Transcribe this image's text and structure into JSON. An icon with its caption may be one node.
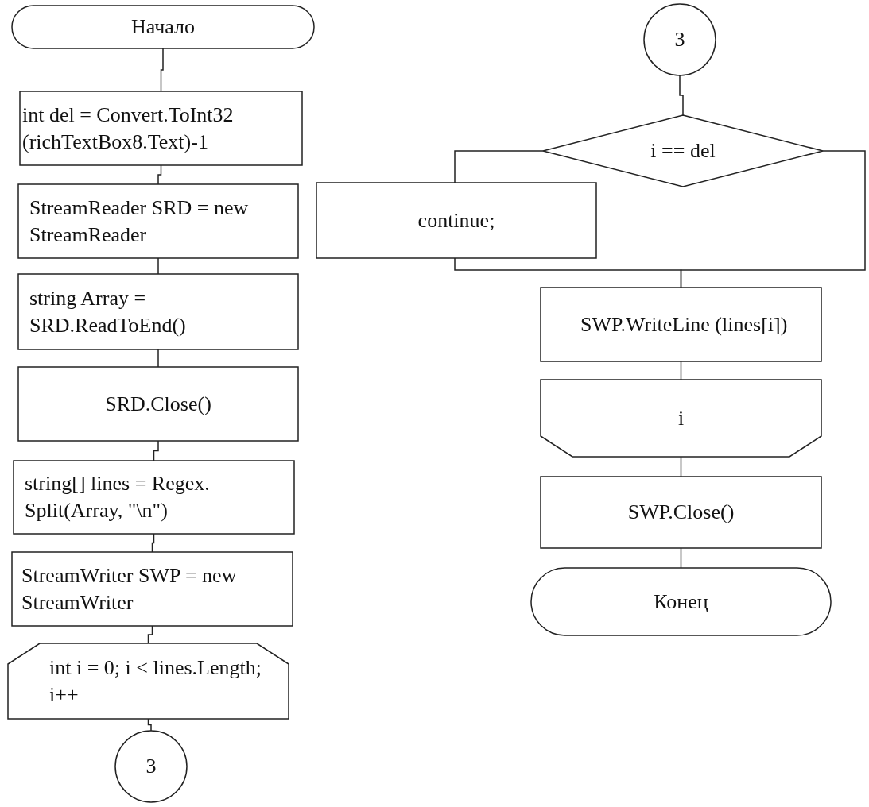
{
  "diagram": {
    "nodes": [
      {
        "text": [
          "Начало"
        ]
      },
      {
        "text": [
          "int del = Convert.ToInt32 (richTextBox8.Text)-1"
        ]
      },
      {
        "text": [
          "StreamReader SRD = new StreamReader"
        ]
      },
      {
        "text": [
          "string Array = SRD.ReadToEnd()"
        ]
      },
      {
        "text": [
          "SRD.Close()"
        ]
      },
      {
        "text": [
          "string[] lines = Regex. Split(Array, \"\\n\")"
        ]
      },
      {
        "text": [
          "StreamWriter SWP = new StreamWriter"
        ]
      },
      {
        "text": [
          "int i = 0; i < lines.Length; i++"
        ]
      },
      {
        "text": [
          "3"
        ]
      },
      {
        "text": [
          "3"
        ]
      },
      {
        "text": [
          "i == del"
        ]
      },
      {
        "text": [
          "continue;"
        ]
      },
      {
        "text": [
          "SWP.WriteLine (lines[i])"
        ]
      },
      {
        "text": [
          "i"
        ]
      },
      {
        "text": [
          "SWP.Close()"
        ]
      },
      {
        "text": [
          "Конец"
        ]
      }
    ],
    "edges": [
      {
        "from": 0,
        "to": 1,
        "arrow": "none"
      },
      {
        "from": 1,
        "to": 2,
        "arrow": "none"
      },
      {
        "from": 2,
        "to": 3,
        "arrow": "none"
      },
      {
        "from": 3,
        "to": 4,
        "arrow": "none"
      },
      {
        "from": 4,
        "to": 5,
        "arrow": "none"
      },
      {
        "from": 5,
        "to": 6,
        "arrow": "none"
      },
      {
        "from": 6,
        "to": 7,
        "arrow": "none"
      },
      {
        "from": 7,
        "to": 8,
        "arrow": "none"
      },
      {
        "from": 9,
        "to": 10,
        "arrow": "none"
      },
      {
        "from": 10,
        "to": 11,
        "arrow": "none"
      },
      {
        "from": 10,
        "to": 12,
        "arrow": "none"
      },
      {
        "from": 11,
        "to": 12,
        "arrow": "none"
      },
      {
        "from": 12,
        "to": 13,
        "arrow": "none"
      },
      {
        "from": 13,
        "to": 14,
        "arrow": "none"
      },
      {
        "from": 14,
        "to": 15,
        "arrow": "none"
      }
    ]
  }
}
